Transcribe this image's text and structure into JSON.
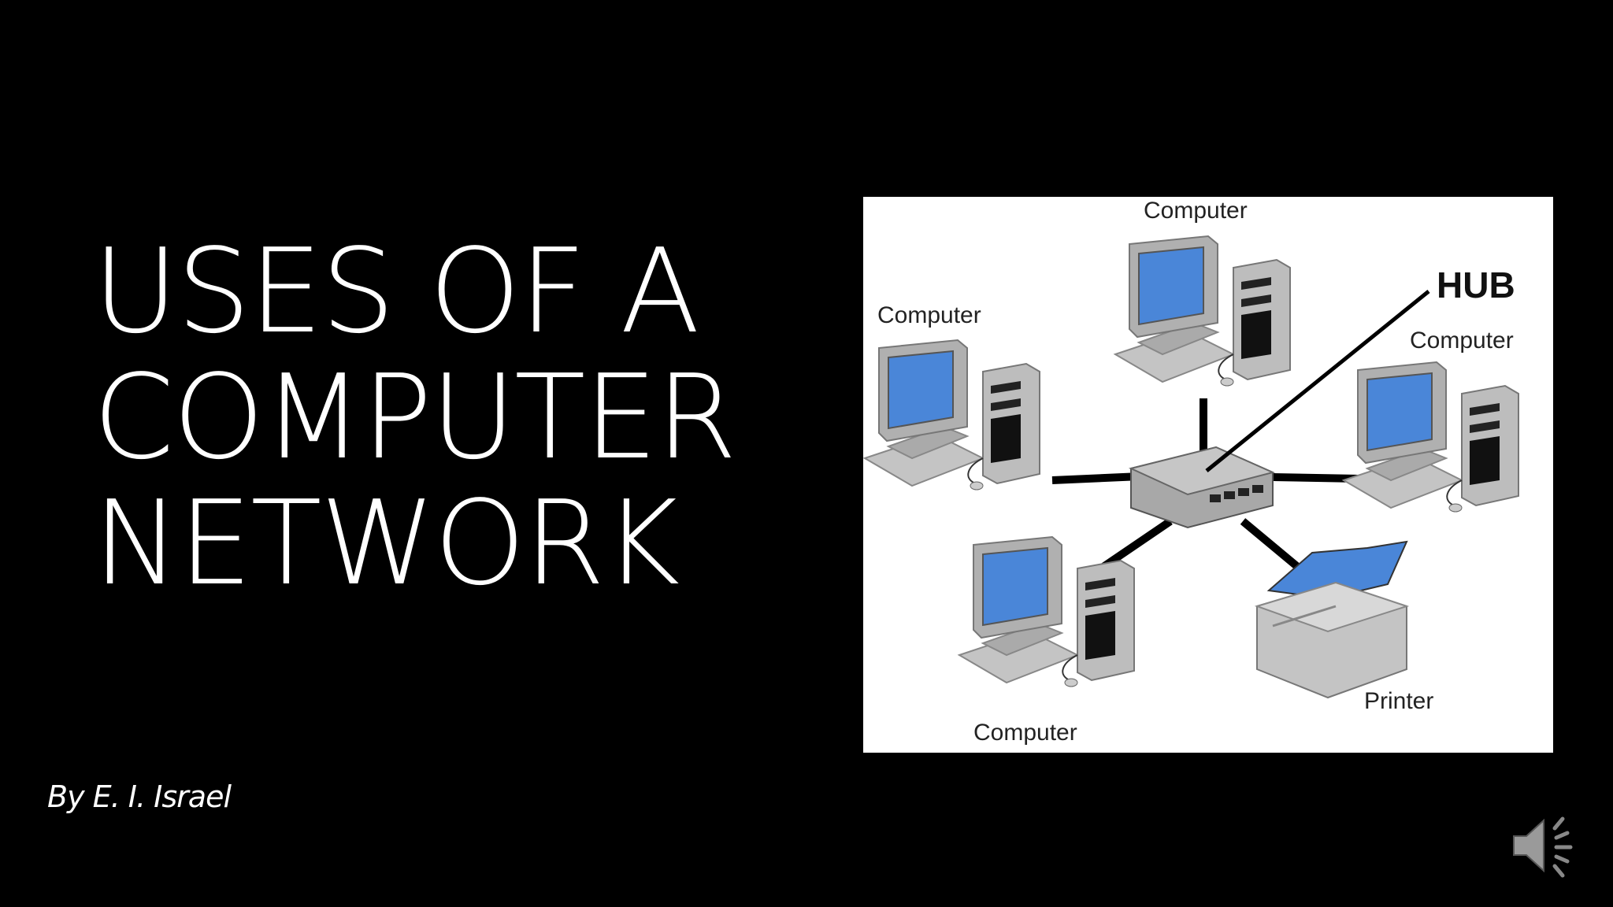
{
  "slide": {
    "title_lines": [
      "USES OF A",
      "COMPUTER",
      "NETWORK"
    ],
    "byline": "By E. I. Israel"
  },
  "diagram": {
    "labels": {
      "computer_top": "Computer",
      "computer_left": "Computer",
      "computer_right": "Computer",
      "computer_bottom": "Computer",
      "hub": "HUB",
      "printer": "Printer"
    },
    "screen_color": "#4a86d8",
    "device_color": "#b8b8b8"
  },
  "icons": {
    "audio": "speaker-icon"
  }
}
